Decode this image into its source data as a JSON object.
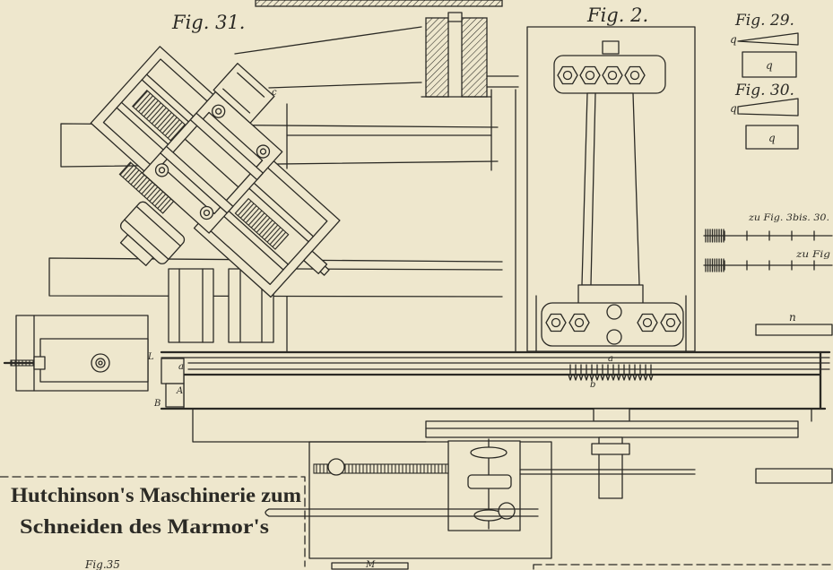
{
  "colors": {
    "paper": "#eee7cd",
    "ink": "#2b2a25"
  },
  "figures": {
    "fig31": "Fig. 31.",
    "fig2": "Fig. 2.",
    "fig29": "Fig. 29.",
    "fig30": "Fig. 30.",
    "fig35": "Fig.35"
  },
  "part_labels": {
    "q": "q",
    "n": "n",
    "a": "a",
    "b": "b",
    "A": "A",
    "B": "B",
    "L": "L",
    "c": "c",
    "M": "M"
  },
  "scales": {
    "scale_1": "zu Fig. 3bis. 30.",
    "scale_2": "zu Fig"
  },
  "title": {
    "line_1": "Hutchinson's Maschinerie zum",
    "line_2": "Schneiden des Marmor's"
  }
}
